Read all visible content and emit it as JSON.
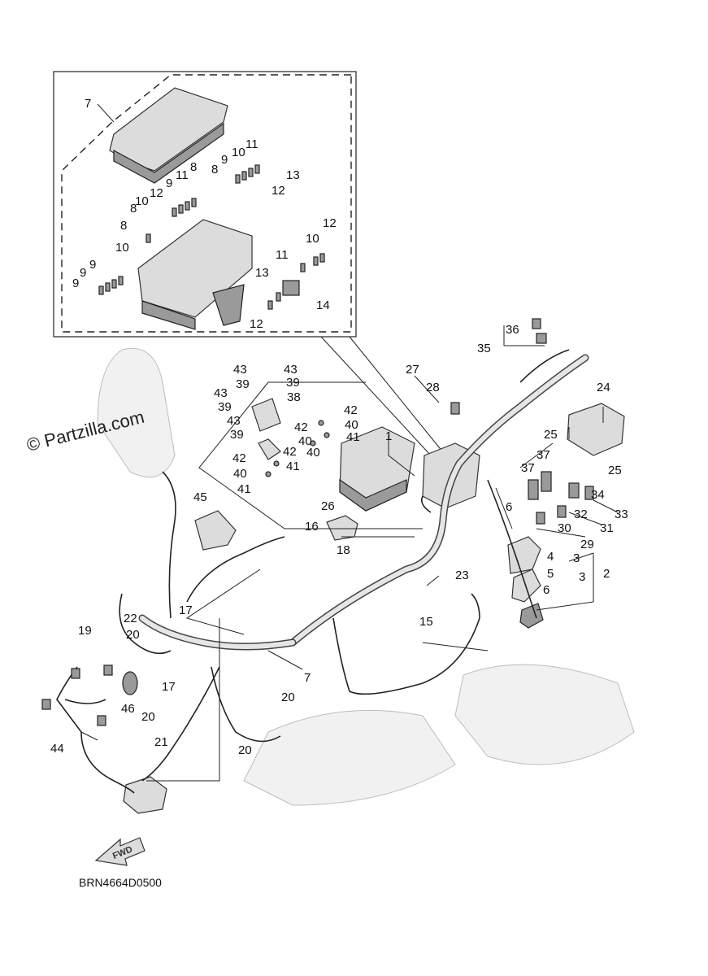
{
  "watermark": "© Partzilla.com",
  "diagram_code": "BRN4664D0500",
  "fwd_arrow_text": "FWD",
  "callouts": {
    "c1": "7",
    "c2": "8",
    "c3": "9",
    "c4": "10",
    "c5": "11",
    "c6": "13",
    "c7": "12",
    "c8": "8",
    "c9": "9",
    "c10": "12",
    "c11": "11",
    "c12": "8",
    "c13": "10",
    "c14": "8",
    "c15": "12",
    "c16": "10",
    "c17": "11",
    "c18": "10",
    "c19": "9",
    "c20": "9",
    "c21": "9",
    "c22": "13",
    "c23": "14",
    "c24": "12",
    "c25": "36",
    "c26": "35",
    "c27": "27",
    "c28": "28",
    "c29": "24",
    "c30": "25",
    "c31": "25",
    "c32": "1",
    "c33": "37",
    "c34": "37",
    "c35": "34",
    "c36": "32",
    "c37": "33",
    "c38": "30",
    "c39": "31",
    "c40": "29",
    "c41": "6",
    "c42": "4",
    "c43": "3",
    "c44": "5",
    "c45": "3",
    "c46": "2",
    "c47": "6",
    "c48": "23",
    "c49": "15",
    "c50": "43",
    "c51": "43",
    "c52": "39",
    "c53": "39",
    "c54": "43",
    "c55": "38",
    "c56": "39",
    "c57": "42",
    "c58": "43",
    "c59": "40",
    "c60": "42",
    "c61": "39",
    "c62": "41",
    "c63": "40",
    "c64": "42",
    "c65": "42",
    "c66": "40",
    "c67": "40",
    "c68": "41",
    "c69": "41",
    "c70": "26",
    "c71": "16",
    "c72": "18",
    "c73": "45",
    "c74": "22",
    "c75": "17",
    "c76": "19",
    "c77": "20",
    "c78": "7",
    "c79": "17",
    "c80": "46",
    "c81": "20",
    "c82": "20",
    "c83": "21",
    "c84": "44",
    "c85": "20"
  }
}
